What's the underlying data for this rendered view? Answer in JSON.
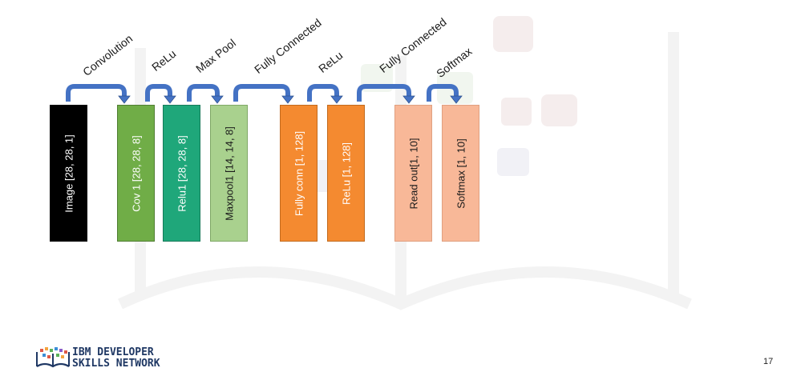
{
  "blocks": [
    {
      "id": "image",
      "label": "Image [28, 28, 1]",
      "fill": "#000000",
      "border": "#000000",
      "text_color": "#ffffff"
    },
    {
      "id": "cov1",
      "label": "Cov 1  [28, 28, 8]",
      "fill": "#70ad47",
      "border": "#507e32",
      "text_color": "#ffffff"
    },
    {
      "id": "relu1",
      "label": "Relu1 [28, 28, 8]",
      "fill": "#1fa77a",
      "border": "#167a59",
      "text_color": "#ffffff"
    },
    {
      "id": "maxpool1",
      "label": "Maxpool1 [14, 14, 8]",
      "fill": "#a9d18e",
      "border": "#7fa866",
      "text_color": "#1a1a1a"
    },
    {
      "id": "fullyconn",
      "label": "Fully conn  [1, 128]",
      "fill": "#f48a30",
      "border": "#c26a1d",
      "text_color": "#ffffff"
    },
    {
      "id": "relu2",
      "label": "ReLu  [1, 128]",
      "fill": "#f48a30",
      "border": "#c26a1d",
      "text_color": "#ffffff"
    },
    {
      "id": "readout",
      "label": "Read out[1, 10]",
      "fill": "#f8b898",
      "border": "#e0a080",
      "text_color": "#1a1a1a"
    },
    {
      "id": "softmax",
      "label": "Softmax [1, 10]",
      "fill": "#f8b898",
      "border": "#e0a080",
      "text_color": "#1a1a1a"
    }
  ],
  "operations": [
    "Convolution",
    "ReLu",
    "Max Pool",
    "Fully Connected",
    "ReLu",
    "Fully Connected",
    "Softmax"
  ],
  "colors": {
    "arrow": "#4472c4",
    "arrow_border": "#2f528f",
    "watermark": "#f4f4f4",
    "logo_text": "#1f3864"
  },
  "logo": {
    "line1": "IBM DEVELOPER",
    "line2": "SKILLS NETWORK",
    "icon": "book-icon"
  },
  "page_number": "17"
}
